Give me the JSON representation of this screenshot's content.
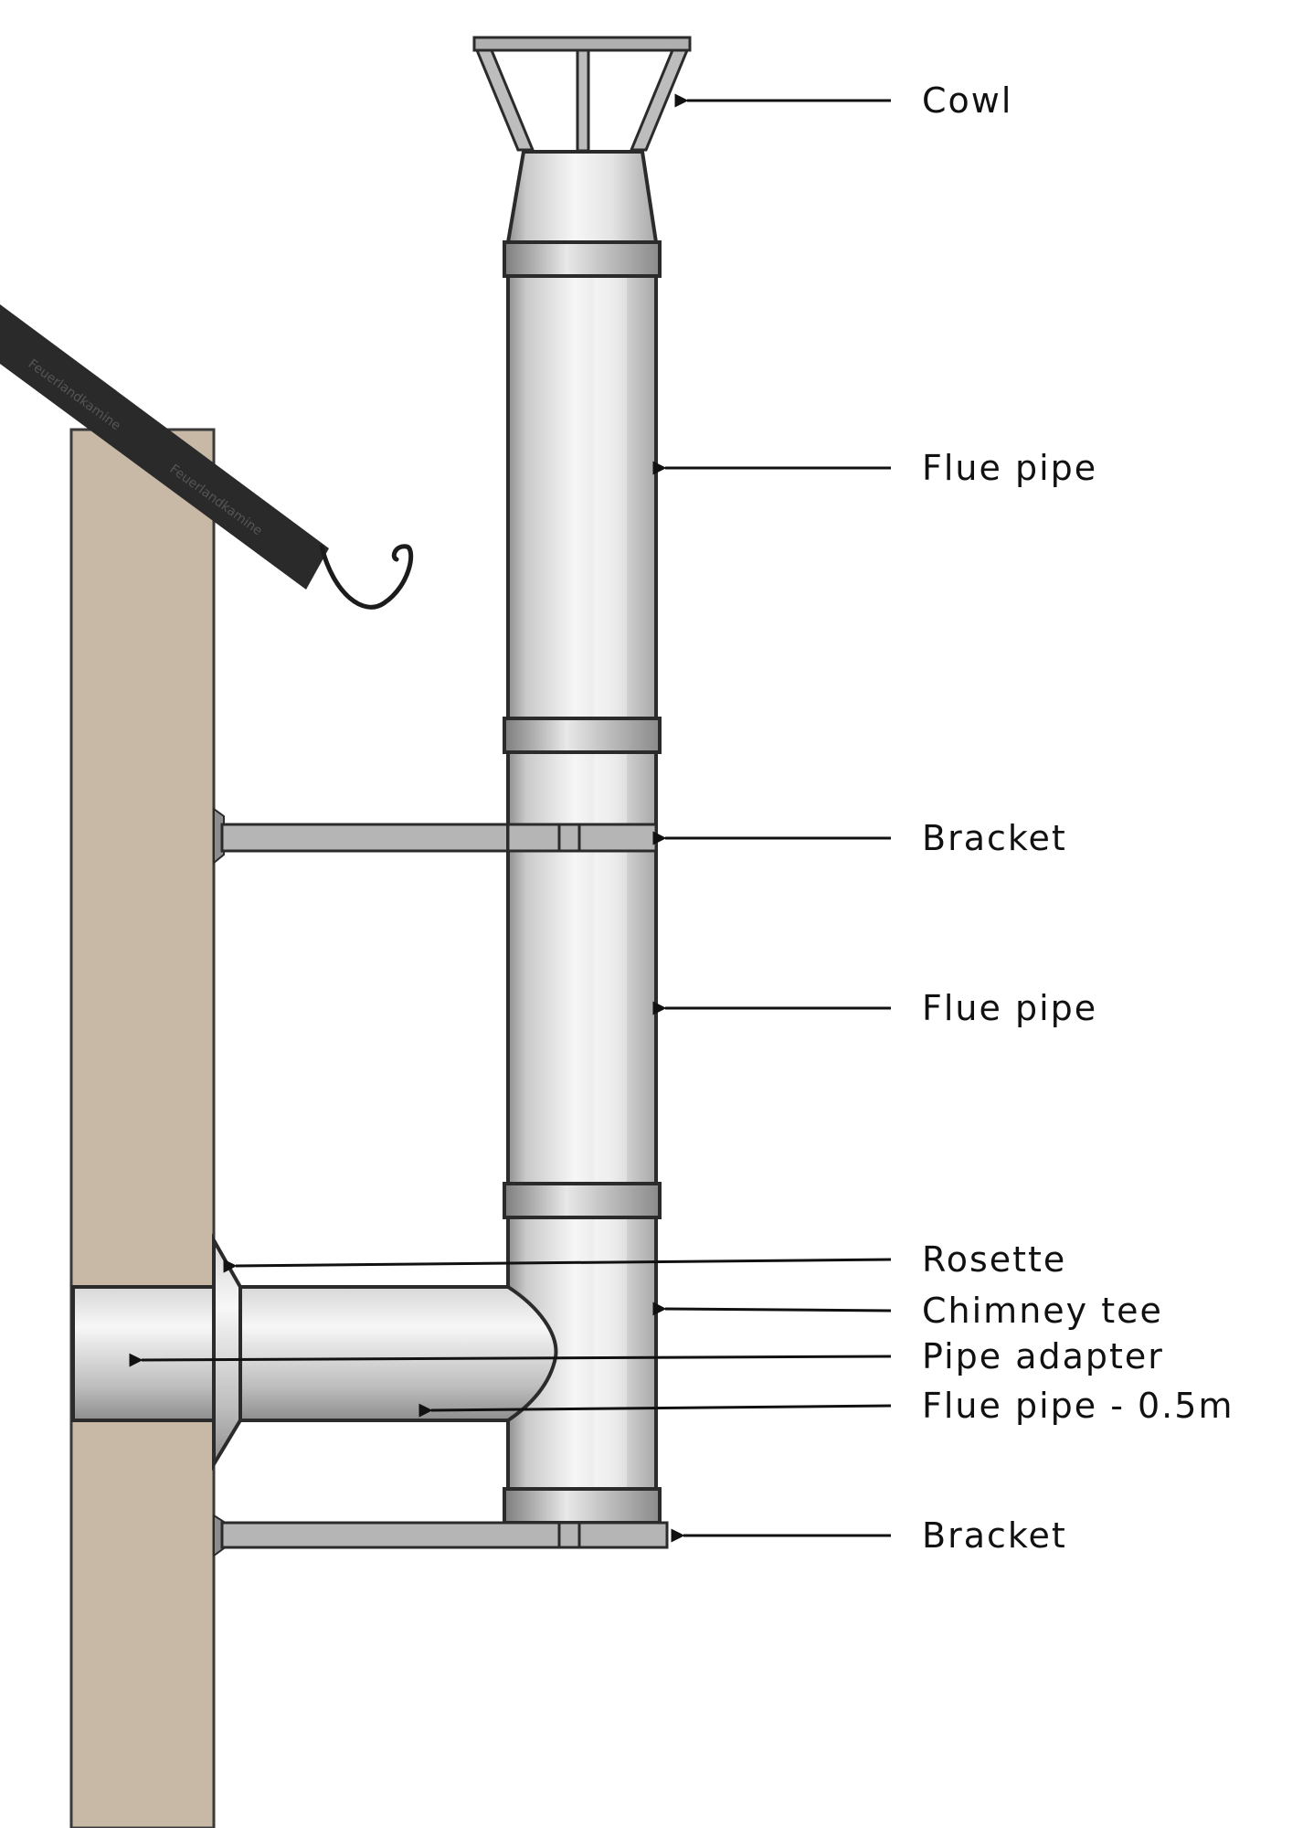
{
  "labels": {
    "cowl": "Cowl",
    "flue_pipe_top": "Flue pipe",
    "bracket_top": "Bracket",
    "flue_pipe_middle": "Flue pipe",
    "rosette": "Rosette",
    "chimney_tee": "Chimney tee",
    "pipe_adapter": "Pipe adapter",
    "flue_pipe_short": "Flue pipe - 0.5m",
    "bracket_bottom": "Bracket"
  },
  "roof_watermark": "Feuerlandkamine",
  "colors": {
    "wall": "#c8b9a7",
    "roof": "#2a2a2a",
    "steel_light": "#f4f4f4",
    "steel_dark": "#9a9a9a",
    "bracket": "#b5b5b5",
    "outline": "#2b2b2b",
    "text": "#111111"
  }
}
